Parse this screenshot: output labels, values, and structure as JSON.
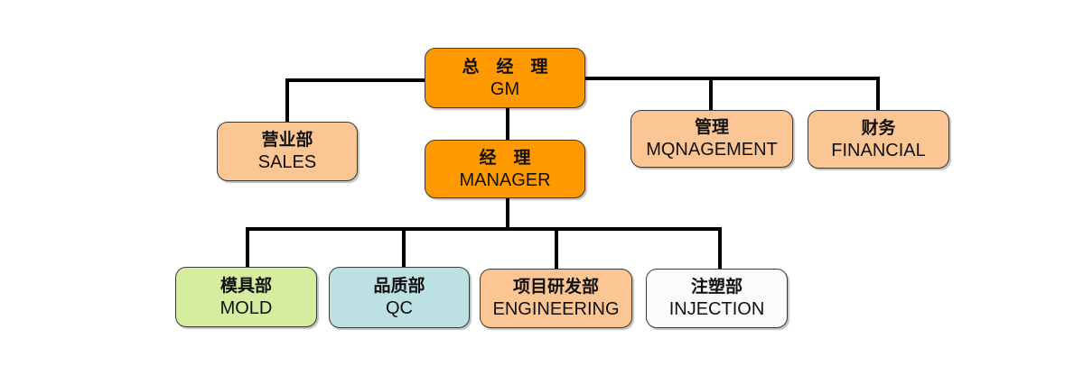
{
  "nodes": {
    "gm": {
      "zh": "总　经　理",
      "en": "GM",
      "color": "#ff9900"
    },
    "manager": {
      "zh": "经　理",
      "en": "MANAGER",
      "color": "#ff9900"
    },
    "sales": {
      "zh": "营业部",
      "en": "SALES",
      "color": "#fbc694"
    },
    "management": {
      "zh": "管理",
      "en": "MQNAGEMENT",
      "color": "#fbc694"
    },
    "financial": {
      "zh": "财务",
      "en": "FINANCIAL",
      "color": "#fbc694"
    },
    "mold": {
      "zh": "模具部",
      "en": "MOLD",
      "color": "#d6ec9f"
    },
    "qc": {
      "zh": "品质部",
      "en": "QC",
      "color": "#bde0e3"
    },
    "engineering": {
      "zh": "项目研发部",
      "en": "ENGINEERING",
      "color": "#fbc694"
    },
    "injection": {
      "zh": "注塑部",
      "en": "INJECTION",
      "color": "#fbfbfd"
    }
  },
  "connector_color": "#000000"
}
